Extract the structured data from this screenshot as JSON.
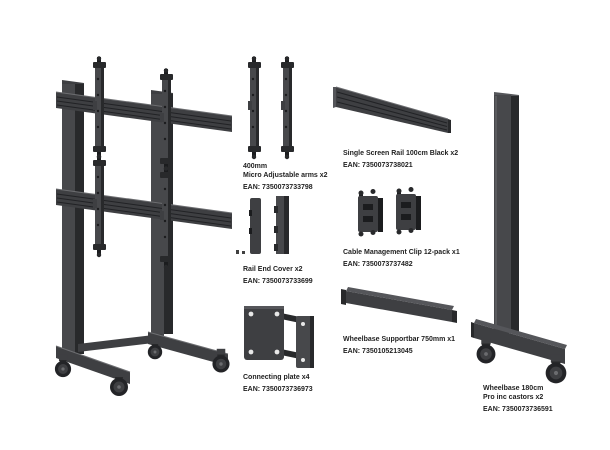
{
  "image": {
    "background": "#ffffff",
    "colors": {
      "product_dark": "#28292b",
      "product_mid": "#3e3f42",
      "product_light": "#55565a",
      "label_text": "#1f1f1f"
    }
  },
  "components": {
    "main_stand": {
      "name": "assembled dual-screen floor stand with castors"
    },
    "micro_arms": {
      "line1": "400mm",
      "line2": "Micro Adjustable arms x2",
      "ean": "EAN: 7350073733798"
    },
    "screen_rail": {
      "line1": "Single Screen Rail 100cm Black x2",
      "ean": "EAN: 7350073738021"
    },
    "rail_end_cover": {
      "line1": "Rail End Cover x2",
      "ean": "EAN: 7350073733699"
    },
    "cable_clip": {
      "line1": "Cable Management Clip 12-pack x1",
      "ean": "EAN: 7350073737482"
    },
    "connecting_plate": {
      "line1": "Connecting plate x4",
      "ean": "EAN: 7350073736973"
    },
    "supportbar": {
      "line1": "Wheelbase Supportbar 750mm x1",
      "ean": "EAN: 7350105213045"
    },
    "wheelbase": {
      "line1": "Wheelbase 180cm",
      "line2": "Pro inc castors x2",
      "ean": "EAN: 7350073736591"
    }
  }
}
